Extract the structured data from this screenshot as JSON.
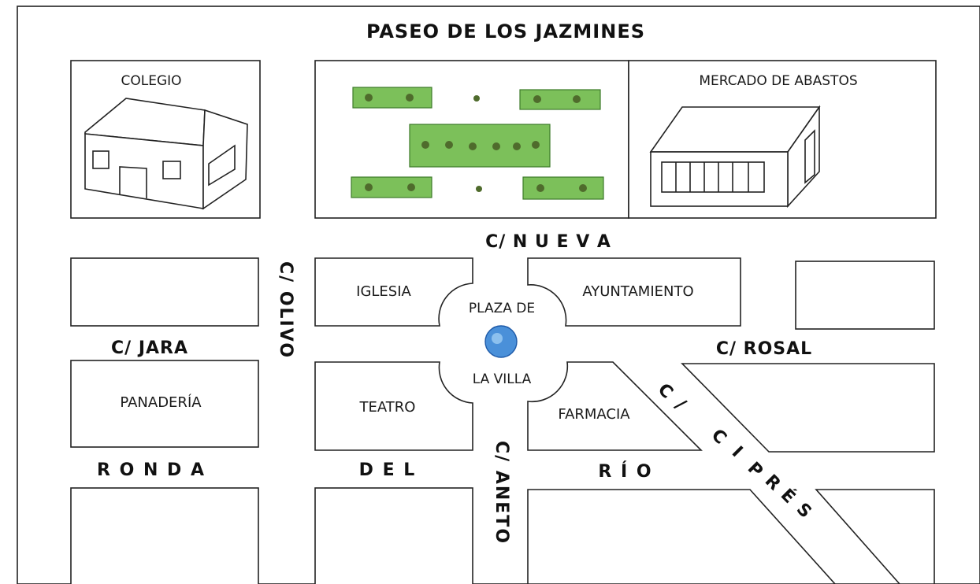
{
  "map": {
    "title": "PASEO DE LOS JAZMINES",
    "colors": {
      "ink": "#222222",
      "greenery": "#7cc05a",
      "fountain": "#4a90d9",
      "background": "#ffffff"
    },
    "buildings": {
      "colegio": "COLEGIO",
      "mercado": "MERCADO DE ABASTOS",
      "iglesia": "IGLESIA",
      "ayuntamiento": "AYUNTAMIENTO",
      "panaderia": "PANADERÍA",
      "teatro": "TEATRO",
      "farmacia": "FARMACIA"
    },
    "plaza": {
      "line1": "PLAZA DE",
      "line2": "LA VILLA"
    },
    "streets": {
      "nueva": "C/ N U E V A",
      "olivo": "C/ OLIVO",
      "jara": "C/ JARA",
      "rosal": "C/ ROSAL",
      "cipres": [
        "C",
        "/",
        "C",
        "I",
        "P",
        "R",
        "É",
        "S"
      ],
      "aneto": "C/ ANETO",
      "ronda": "R O N D A",
      "del": "D E L",
      "rio": "R Í O"
    },
    "icons": [
      "school-building-icon",
      "market-building-icon",
      "park-greenery-icon",
      "fountain-icon"
    ]
  }
}
